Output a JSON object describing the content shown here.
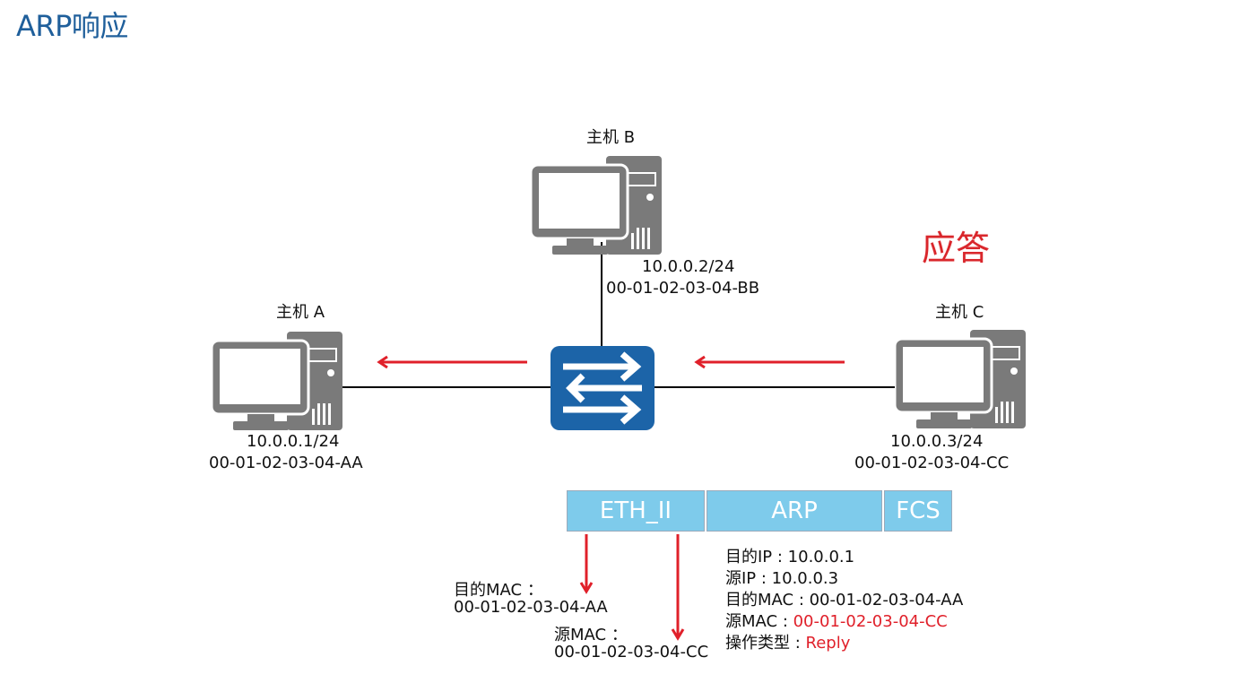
{
  "slide": {
    "title": "ARP响应",
    "reply_tag": "应答"
  },
  "hosts": {
    "a": {
      "name": "主机 A",
      "ip": "10.0.0.1/24",
      "mac": "00-01-02-03-04-AA"
    },
    "b": {
      "name": "主机 B",
      "ip": "10.0.0.2/24",
      "mac": "00-01-02-03-04-BB"
    },
    "c": {
      "name": "主机 C",
      "ip": "10.0.0.3/24",
      "mac": "00-01-02-03-04-CC"
    }
  },
  "frame": {
    "segments": [
      "ETH_II",
      "ARP",
      "FCS"
    ],
    "eth": {
      "dst_label": "目的MAC  ：",
      "dst_value": "00-01-02-03-04-AA",
      "src_label": "源MAC  ：",
      "src_value": "00-01-02-03-04-CC"
    },
    "arp": {
      "dst_ip_label": "目的IP : ",
      "dst_ip_value": "10.0.0.1",
      "src_ip_label": "源IP : ",
      "src_ip_value": "10.0.0.3",
      "dst_mac_label": "目的MAC : ",
      "dst_mac_value": "00-01-02-03-04-AA",
      "src_mac_label": "源MAC : ",
      "src_mac_value": "00-01-02-03-04-CC",
      "op_label": "操作类型 : ",
      "op_value": "Reply"
    }
  },
  "colors": {
    "title": "#1f5f9b",
    "switch": "#1c64a8",
    "host": "#7a7a7a",
    "frame_box": "#7ecbeb",
    "highlight": "#e0202a"
  }
}
